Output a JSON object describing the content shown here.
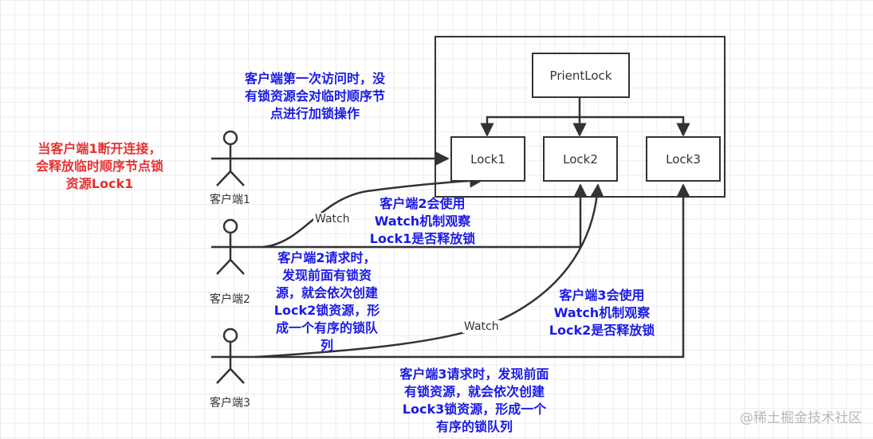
{
  "nodes": {
    "parent": "PrientLock",
    "lock1": "Lock1",
    "lock2": "Lock2",
    "lock3": "Lock3"
  },
  "actors": [
    "客户端1",
    "客户端2",
    "客户端3"
  ],
  "edge_labels": {
    "watch1": "Watch",
    "watch2": "Watch"
  },
  "notes": {
    "first_access": "客户端第一次访问时，没\n有锁资源会对临时顺序节\n点进行加锁操作",
    "client1_disconnect": "当客户端1断开连接，\n会释放临时顺序节点锁\n资源Lock1",
    "client2_watch": "客户端2会使用\nWatch机制观察\nLock1是否释放锁",
    "client2_request": "客户端2请求时，\n发现前面有锁资\n源，就会依次创建\nLock2锁资源，形\n成一个有序的锁队\n列",
    "client3_watch": "客户端3会使用\nWatch机制观察\nLock2是否释放锁",
    "client3_request": "客户端3请求时，发现前面\n有锁资源，就会依次创建\nLock3锁资源，形成一个\n有序的锁队列"
  },
  "colors": {
    "line": "#333333",
    "note_blue": "#1a1ae6",
    "note_red": "#e63232"
  },
  "watermark": "@稀土掘金技术社区"
}
